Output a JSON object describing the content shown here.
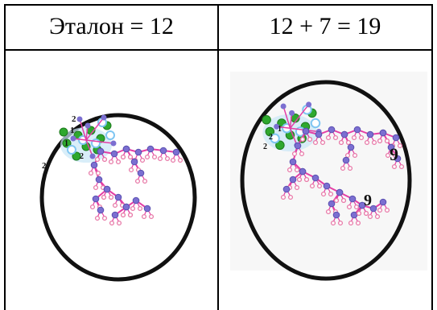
{
  "table": {
    "header_left": "Эталон = 12",
    "header_right": "12 + 7 = 19"
  },
  "left_panel": {
    "labels": [
      "1",
      "2",
      "2",
      "2",
      "1"
    ]
  },
  "right_panel": {
    "labels": [
      "1",
      "2",
      "2",
      "9",
      "9"
    ]
  },
  "colors": {
    "bond": "#e43ea5",
    "carbon": "#7b6fd1",
    "hydrogen": "#e87aa8",
    "chlorine": "#2ea82e",
    "oxygen": "#7fc6f2",
    "ring": "#111111",
    "highlight": "#c9e7f7"
  }
}
